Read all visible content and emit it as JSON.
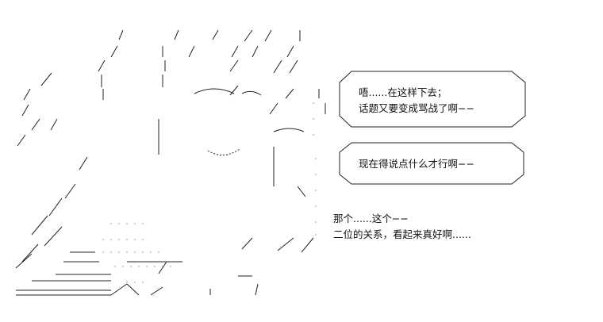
{
  "bubble1": {
    "line1": "唔......在这样下去；",
    "line2": "话题又要变成骂战了啊−−"
  },
  "bubble2": {
    "line1": "现在得说点什么才行啊−−"
  },
  "caption": {
    "line1": "那个......这个−−",
    "line2": "二位的关系，看起来真好啊......"
  }
}
